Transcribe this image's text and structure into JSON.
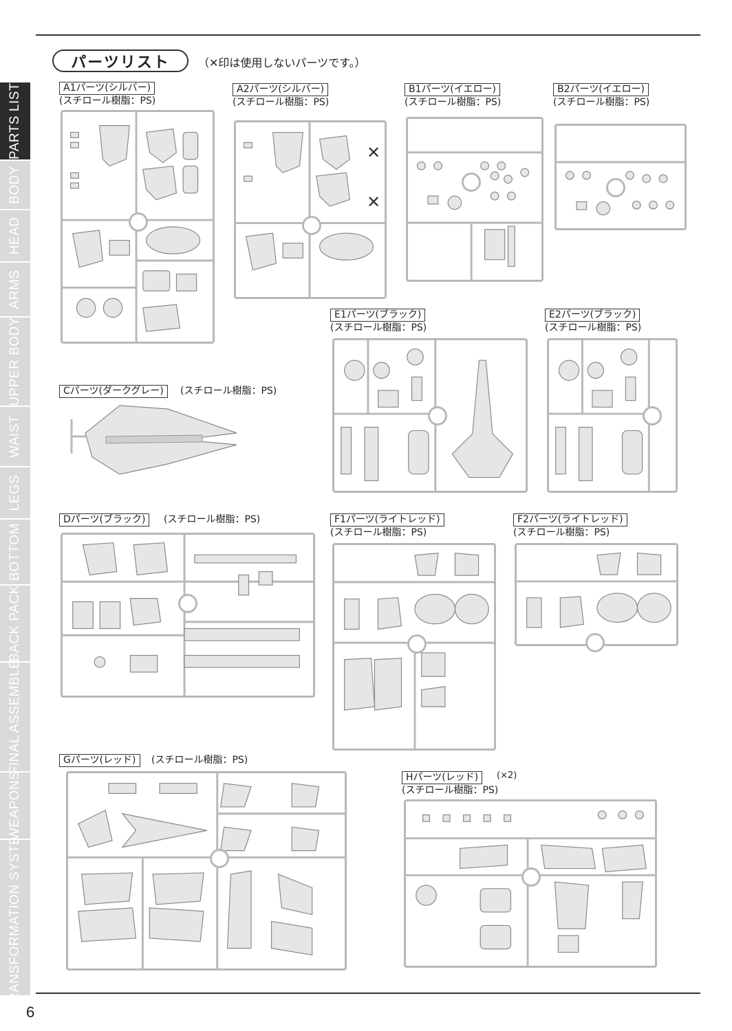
{
  "header": {
    "title": "パーツリスト",
    "note": "（✕印は使用しないパーツです。）"
  },
  "side_tabs": [
    "PARTS LIST",
    "BODY",
    "HEAD",
    "ARMS",
    "UPPER BODY",
    "WAIST",
    "LEGS",
    "BOTTOM",
    "BACK PACK",
    "FINAL ASSEMBLE",
    "WEAPONS",
    "TRANSFORMATION SYSTEM"
  ],
  "page_number": "6",
  "parts": {
    "a1": {
      "label": "A1パーツ(シルバー)",
      "material": "(スチロール樹脂：PS)"
    },
    "a2": {
      "label": "A2パーツ(シルバー)",
      "material": "(スチロール樹脂：PS)"
    },
    "b1": {
      "label": "B1パーツ(イエロー)",
      "material": "(スチロール樹脂：PS)"
    },
    "b2": {
      "label": "B2パーツ(イエロー)",
      "material": "(スチロール樹脂：PS)"
    },
    "c": {
      "label": "Cパーツ(ダークグレー)",
      "material": "(スチロール樹脂：PS)"
    },
    "d": {
      "label": "Dパーツ(ブラック)",
      "material": "(スチロール樹脂：PS)"
    },
    "e1": {
      "label": "E1パーツ(ブラック)",
      "material": "(スチロール樹脂：PS)"
    },
    "e2": {
      "label": "E2パーツ(ブラック)",
      "material": "(スチロール樹脂：PS)"
    },
    "f1": {
      "label": "F1パーツ(ライトレッド)",
      "material": "(スチロール樹脂：PS)"
    },
    "f2": {
      "label": "F2パーツ(ライトレッド)",
      "material": "(スチロール樹脂：PS)"
    },
    "g": {
      "label": "Gパーツ(レッド)",
      "material": "(スチロール樹脂：PS)"
    },
    "h": {
      "label": "Hパーツ(レッド)",
      "material": "(スチロール樹脂：PS)",
      "count": "(×2)"
    }
  },
  "colors": {
    "frame": "#b8b8b8",
    "part_fill": "#e6e6e6",
    "text": "#222222",
    "active_tab": "#2b2b2b",
    "tab": "#d9d9d9"
  }
}
